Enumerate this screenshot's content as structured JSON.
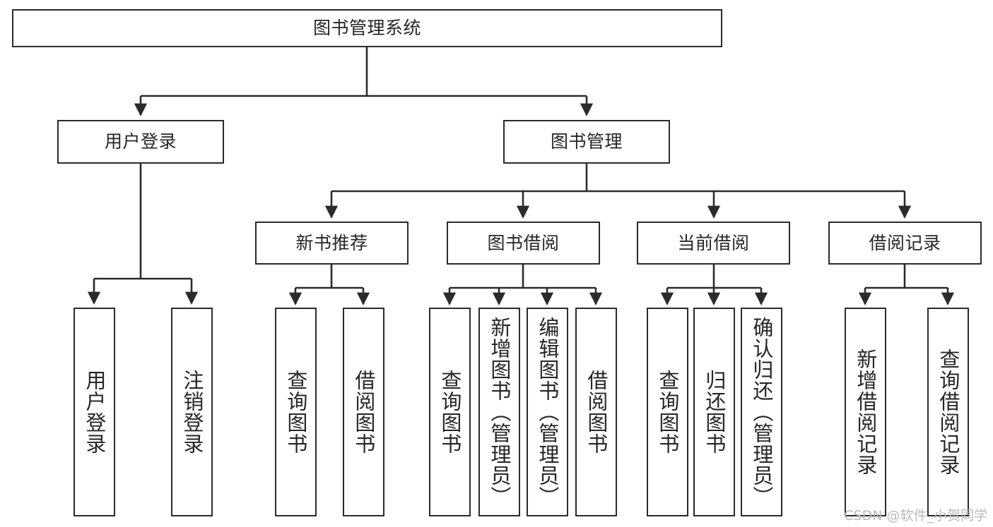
{
  "diagram": {
    "title": "图书管理系统",
    "type": "tree-hierarchy-chart",
    "watermark": "CSDN @软件_小贺同学",
    "colors": {
      "box_border": "#2b2b2b",
      "box_fill": "#ffffff",
      "edge": "#2b2b2b",
      "text": "#262626",
      "watermark": "#b9b9b9",
      "background": "#ffffff"
    },
    "root": {
      "label": "图书管理系统"
    },
    "level2": [
      {
        "label": "用户登录"
      },
      {
        "label": "图书管理"
      }
    ],
    "level3": [
      {
        "label": "新书推荐"
      },
      {
        "label": "图书借阅"
      },
      {
        "label": "当前借阅"
      },
      {
        "label": "借阅记录"
      }
    ],
    "leaves": {
      "user_login": [
        {
          "label": "用户登录"
        },
        {
          "label": "注销登录"
        }
      ],
      "new_book_recommend": [
        {
          "label": "查询图书"
        },
        {
          "label": "借阅图书"
        }
      ],
      "book_borrow": [
        {
          "label": "查询图书"
        },
        {
          "label": "新增图书（管理员）"
        },
        {
          "label": "编辑图书（管理员）"
        },
        {
          "label": "借阅图书"
        }
      ],
      "current_borrow": [
        {
          "label": "查询图书"
        },
        {
          "label": "归还图书"
        },
        {
          "label": "确认归还（管理员）"
        }
      ],
      "borrow_record": [
        {
          "label": "新增借阅记录"
        },
        {
          "label": "查询借阅记录"
        }
      ]
    }
  }
}
